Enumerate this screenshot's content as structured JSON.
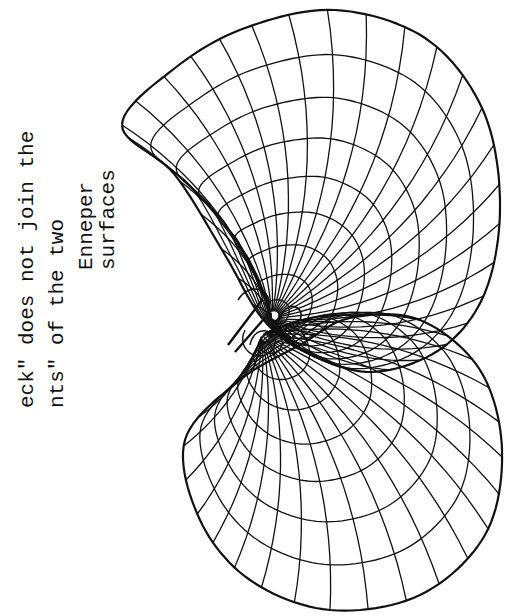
{
  "diagram": {
    "labels": [
      "eck\" does not join the",
      "nts\" of the two",
      "Enneper surfaces"
    ]
  }
}
